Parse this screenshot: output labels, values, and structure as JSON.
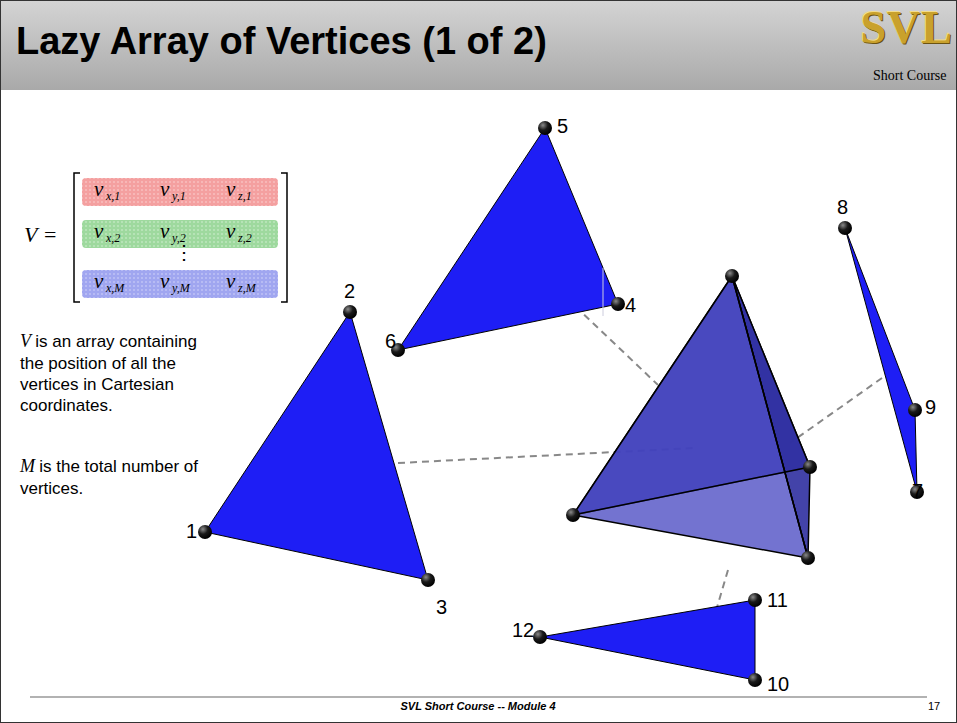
{
  "diagram": {
    "title": "Lazy Array of Vertices (1 of 2)",
    "labels": [
      "SVL",
      "Short Course",
      "V",
      "=",
      "v",
      "x,1",
      "v",
      "y,1",
      "v",
      "z,1",
      "v",
      "x,2",
      "v",
      "y,2",
      "v",
      "z,2",
      "v",
      "x,M",
      "v",
      "y,M",
      "v",
      "z,M",
      "⋮",
      "V",
      "is an array containing the position of all the vertices in Cartesian coordinates.",
      "M",
      "is the total number of vertices.",
      "1",
      "2",
      "3",
      "4",
      "5",
      "6",
      "7",
      "8",
      "9",
      "10",
      "11",
      "12",
      "SVL Short Course -- Module 4",
      "17"
    ]
  }
}
